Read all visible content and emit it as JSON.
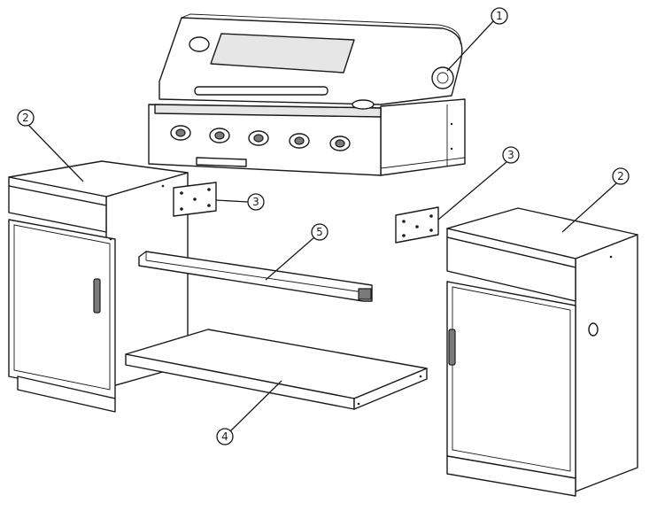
{
  "callouts": [
    {
      "id": "c1",
      "label": "1"
    },
    {
      "id": "c2a",
      "label": "2"
    },
    {
      "id": "c2b",
      "label": "2"
    },
    {
      "id": "c3a",
      "label": "3"
    },
    {
      "id": "c3b",
      "label": "3"
    },
    {
      "id": "c4",
      "label": "4"
    },
    {
      "id": "c5",
      "label": "5"
    }
  ]
}
